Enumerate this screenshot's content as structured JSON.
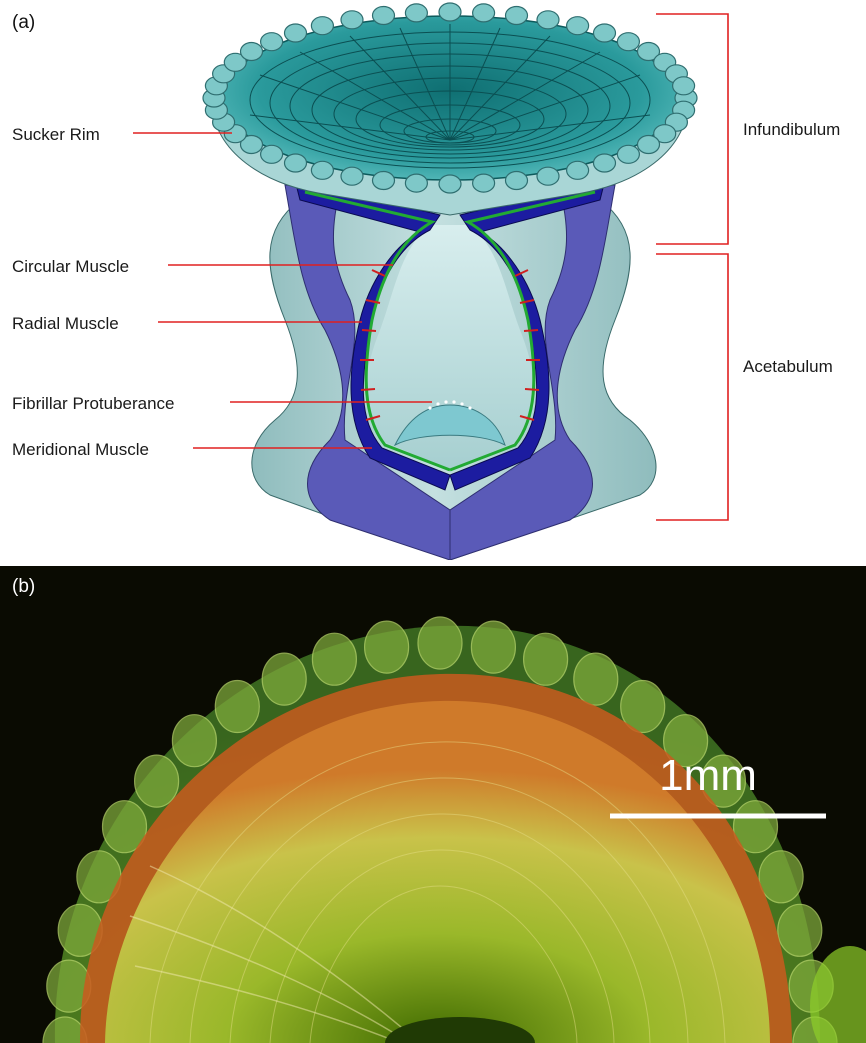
{
  "panel_a": {
    "label": "(a)",
    "labels": {
      "sucker_rim": "Sucker Rim",
      "circular_muscle": "Circular Muscle",
      "radial_muscle": "Radial Muscle",
      "fibrillar_protuberance": "Fibrillar Protuberance",
      "meridional_muscle": "Meridional Muscle",
      "infundibulum": "Infundibulum",
      "acetabulum": "Acetabulum"
    }
  },
  "panel_b": {
    "label": "(b)",
    "scale_bar": "1mm"
  },
  "colors": {
    "rim": "#7ec8c8",
    "funnel": "#2aa0a0",
    "body": "#a9cfd0",
    "section": "#4a4aa8",
    "muscle": "#1a1a9a",
    "leader": "#e02020",
    "fiber": "#1f8a1f"
  }
}
